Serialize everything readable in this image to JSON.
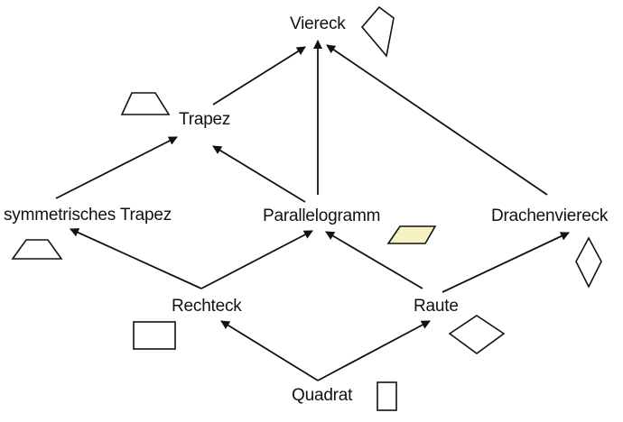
{
  "nodes": {
    "viereck": "Viereck",
    "trapez": "Trapez",
    "symmetrisches_trapez": "symmetrisches Trapez",
    "parallelogramm": "Parallelogramm",
    "drachenviereck": "Drachenviereck",
    "rechteck": "Rechteck",
    "raute": "Raute",
    "quadrat": "Quadrat"
  },
  "edges": [
    {
      "from": "Quadrat",
      "to": "Rechteck"
    },
    {
      "from": "Quadrat",
      "to": "Raute"
    },
    {
      "from": "Rechteck",
      "to": "symmetrisches Trapez"
    },
    {
      "from": "Rechteck",
      "to": "Parallelogramm"
    },
    {
      "from": "Raute",
      "to": "Parallelogramm"
    },
    {
      "from": "Raute",
      "to": "Drachenviereck"
    },
    {
      "from": "symmetrisches Trapez",
      "to": "Trapez"
    },
    {
      "from": "Parallelogramm",
      "to": "Trapez"
    },
    {
      "from": "Parallelogramm",
      "to": "Viereck"
    },
    {
      "from": "Trapez",
      "to": "Viereck"
    },
    {
      "from": "Drachenviereck",
      "to": "Viereck"
    }
  ],
  "colors": {
    "line": "#111111",
    "parallelogram_fill": "#f6f2c4"
  },
  "shape_icons": [
    "kite-icon",
    "trapezoid-icon",
    "isosceles-trapezoid-icon",
    "parallelogram-icon",
    "rhombus-vertical-icon",
    "rectangle-icon",
    "rhombus-icon",
    "square-icon"
  ]
}
